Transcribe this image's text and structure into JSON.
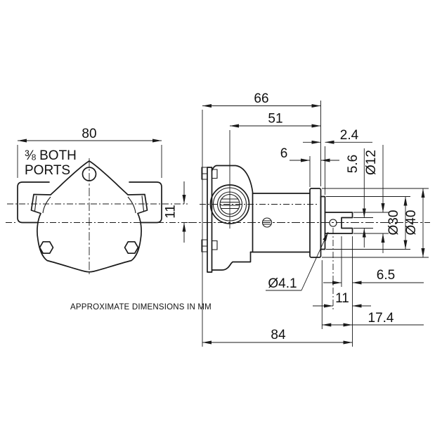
{
  "colors": {
    "line": "#1a1a1a",
    "background": "#ffffff"
  },
  "front_view": {
    "note_line1": "⅜ BOTH",
    "note_line2": "PORTS",
    "dim_width": "80",
    "dim_port_offset": "11"
  },
  "side_view": {
    "dim_body_to_flange": "66",
    "dim_port_center_to_flange": "51",
    "dim_hub_protrusion": "2.4",
    "dim_flange_thickness": "6",
    "dim_slot_width": "5.6",
    "dim_shaft_diameter": "Ø12",
    "dim_hub_diameter": "Ø30",
    "dim_flange_diameter": "Ø40",
    "dim_cross_hole_diameter": "Ø4.1",
    "dim_slot_depth": "6.5",
    "dim_hole_to_shaft_end": "11",
    "dim_shaft_protrusion": "17.4",
    "dim_overall_length": "84"
  },
  "footer_note": "APPROXIMATE DIMENSIONS IN MM"
}
